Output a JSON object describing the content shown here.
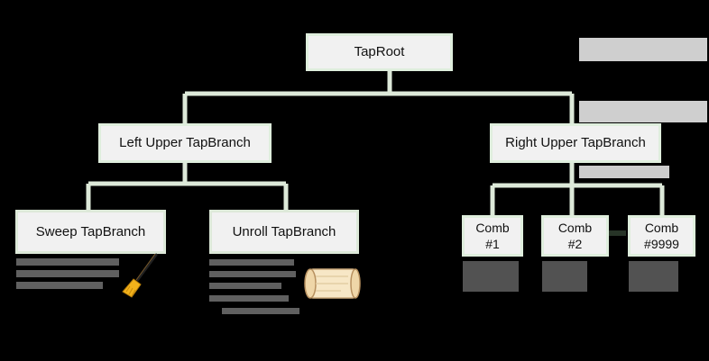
{
  "diagram": {
    "root": {
      "label": "TapRoot"
    },
    "left_branch": {
      "label": "Left Upper TapBranch"
    },
    "right_branch": {
      "label": "Right Upper TapBranch"
    },
    "leaves": [
      {
        "label": "Sweep TapBranch"
      },
      {
        "label": "Unroll TapBranch"
      },
      {
        "label": "Comb\n#1"
      },
      {
        "label": "Comb\n#2"
      },
      {
        "label": "Comb\n#9999"
      }
    ],
    "ellipsis": "...",
    "colors": {
      "node_fill": "#f1f1f1",
      "node_border": "#dfeedd",
      "connector": "#dde9d9",
      "background": "#000000"
    },
    "icons": [
      "broom-icon",
      "scroll-icon"
    ]
  }
}
